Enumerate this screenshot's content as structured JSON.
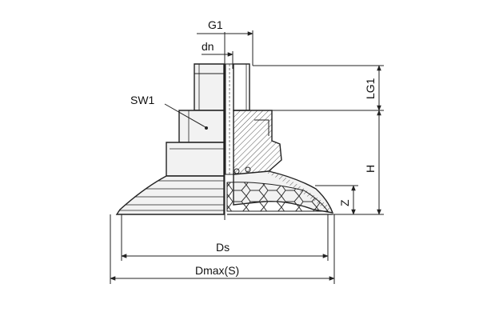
{
  "labels": {
    "g1": "G1",
    "dn": "dn",
    "sw1": "SW1",
    "lg1": "LG1",
    "h": "H",
    "z": "Z",
    "ds": "Ds",
    "dmax": "Dmax(S)"
  },
  "colors": {
    "body_fill": "#f2f2f2",
    "line": "#222222",
    "hatch": "#555555"
  }
}
